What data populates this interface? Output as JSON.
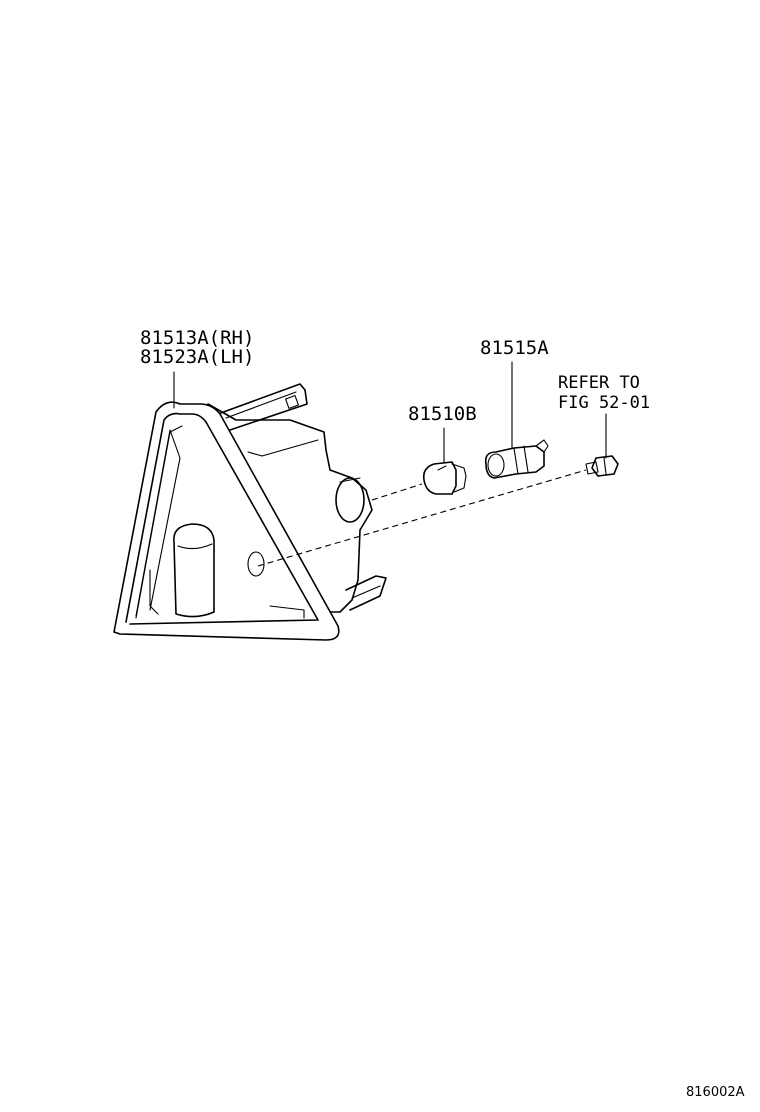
{
  "diagram": {
    "parts": [
      {
        "id": "lens",
        "label_line1": "81513A(RH)",
        "label_line2": "81523A(LH)"
      },
      {
        "id": "bulb",
        "label": "81510B"
      },
      {
        "id": "socket",
        "label": "81515A"
      },
      {
        "id": "screw",
        "label_line1": "REFER TO",
        "label_line2": "FIG 52-01"
      }
    ],
    "figure_id": "816002A"
  }
}
